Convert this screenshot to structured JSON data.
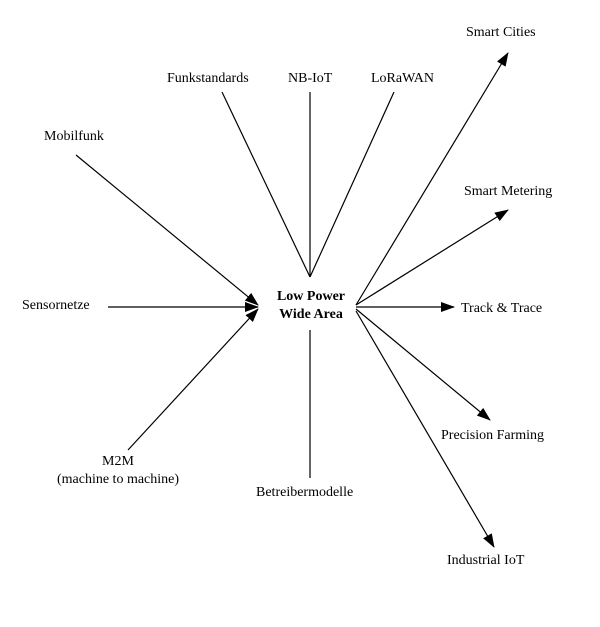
{
  "center": {
    "line1": "Low Power",
    "line2": "Wide Area"
  },
  "inputs": {
    "mobilfunk": "Mobilfunk",
    "sensornetze": "Sensornetze",
    "m2m_line1": "M2M",
    "m2m_line2": "(machine to machine)"
  },
  "top": {
    "funkstandards": "Funkstandards",
    "nbiot": "NB-IoT",
    "lorawan": "LoRaWAN"
  },
  "bottom": {
    "betreibermodelle": "Betreibermodelle"
  },
  "applications": {
    "smart_cities": "Smart Cities",
    "smart_metering": "Smart Metering",
    "track_trace": "Track & Trace",
    "precision_farming": "Precision Farming",
    "industrial_iot": "Industrial IoT"
  },
  "colors": {
    "line": "#000000",
    "background": "#ffffff"
  }
}
